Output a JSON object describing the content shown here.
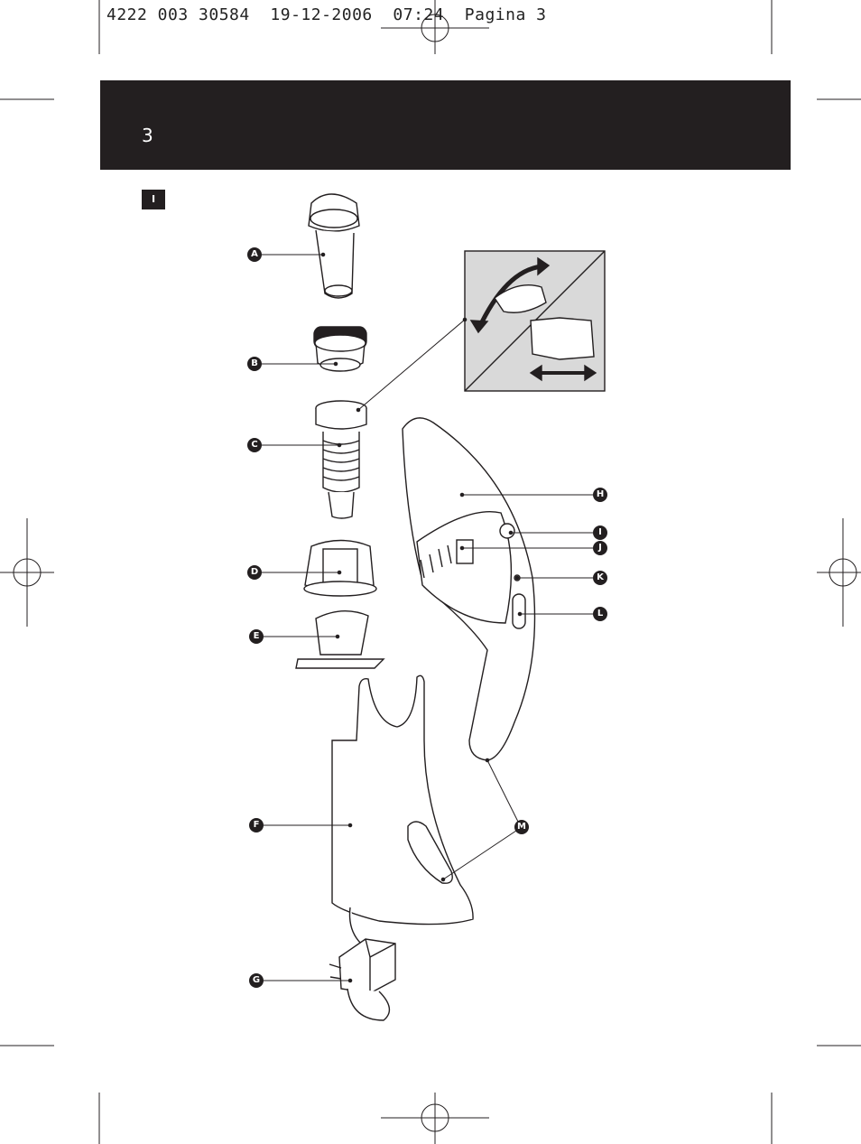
{
  "print_slug": "4222 003 30584  19-12-2006  07:24  Pagina 3",
  "page_number": "3",
  "language_badge": "I",
  "callouts": [
    "A",
    "B",
    "C",
    "D",
    "E",
    "F",
    "G",
    "H",
    "I",
    "J",
    "K",
    "L",
    "M"
  ],
  "colors": {
    "band": "#231f20",
    "line": "#231f20",
    "inset_bg": "#d9d9d9"
  }
}
